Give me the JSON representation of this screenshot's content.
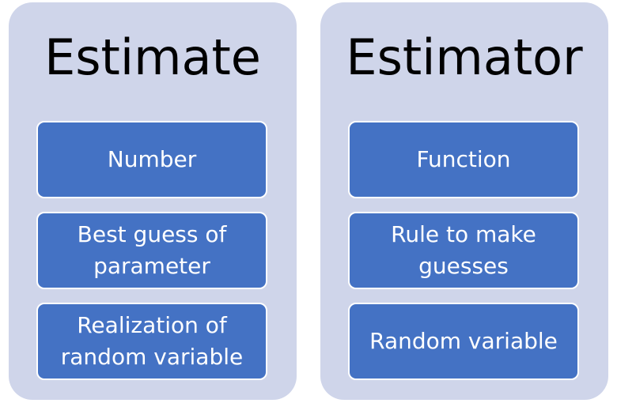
{
  "estimate": {
    "title": "Estimate",
    "items": [
      "Number",
      "Best guess of parameter",
      "Realization of random variable"
    ]
  },
  "estimator": {
    "title": "Estimator",
    "items": [
      "Function",
      "Rule to make guesses",
      "Random variable"
    ]
  },
  "colors": {
    "panel_background": "#cfd5ea",
    "card_background": "#4472c4",
    "card_text": "#ffffff",
    "title_text": "#000000"
  }
}
